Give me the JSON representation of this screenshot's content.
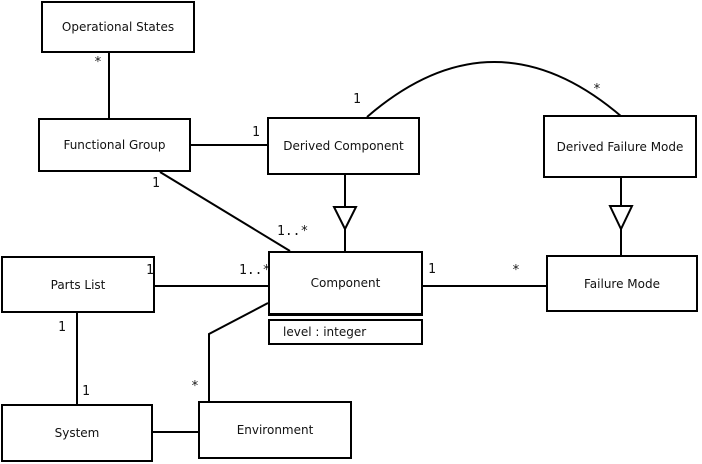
{
  "diagram": {
    "kind": "uml-class-diagram",
    "background_color": "#ffffff",
    "line_color": "#000000",
    "text_color": "#111111"
  },
  "classes": [
    {
      "id": "operational-states",
      "name": "Operational States"
    },
    {
      "id": "functional-group",
      "name": "Functional Group"
    },
    {
      "id": "derived-component",
      "name": "Derived Component"
    },
    {
      "id": "derived-failure-mode",
      "name": "Derived Failure Mode"
    },
    {
      "id": "component",
      "name": "Component",
      "attributes": [
        "level : integer"
      ]
    },
    {
      "id": "failure-mode",
      "name": "Failure Mode"
    },
    {
      "id": "parts-list",
      "name": "Parts List"
    },
    {
      "id": "system",
      "name": "System"
    },
    {
      "id": "environment",
      "name": "Environment"
    }
  ],
  "relationships": [
    {
      "id": "operational-states__functional-group",
      "type": "association",
      "from": "Operational States",
      "to": "Functional Group",
      "label_at_from": "*"
    },
    {
      "id": "functional-group__derived-component",
      "type": "association",
      "from": "Functional Group",
      "to": "Derived Component",
      "label_at_to": "1"
    },
    {
      "id": "derived-component__derived-failure-mode",
      "type": "association-arc",
      "from": "Derived Component",
      "to": "Derived Failure Mode",
      "label_at_from": "1",
      "label_at_to": "*"
    },
    {
      "id": "functional-group__component",
      "type": "association",
      "from": "Functional Group",
      "to": "Component",
      "label_at_from": "1",
      "label_at_to": "1..*"
    },
    {
      "id": "derived-component__component",
      "type": "generalization",
      "from": "Derived Component",
      "to": "Component"
    },
    {
      "id": "derived-failure-mode__failure-mode",
      "type": "generalization",
      "from": "Derived Failure Mode",
      "to": "Failure Mode"
    },
    {
      "id": "parts-list__component",
      "type": "association",
      "from": "Parts List",
      "to": "Component",
      "label_at_from": "1",
      "label_at_to": "1..*"
    },
    {
      "id": "component__failure-mode",
      "type": "association",
      "from": "Component",
      "to": "Failure Mode",
      "label_at_from": "1",
      "label_at_to": "*"
    },
    {
      "id": "component__environment",
      "type": "association",
      "from": "Component",
      "to": "Environment",
      "label_at_to": "*"
    },
    {
      "id": "parts-list__system",
      "type": "association",
      "from": "Parts List",
      "to": "System",
      "label_at_from": "1",
      "label_at_to": "1"
    },
    {
      "id": "system__environment",
      "type": "association",
      "from": "System",
      "to": "Environment"
    }
  ]
}
